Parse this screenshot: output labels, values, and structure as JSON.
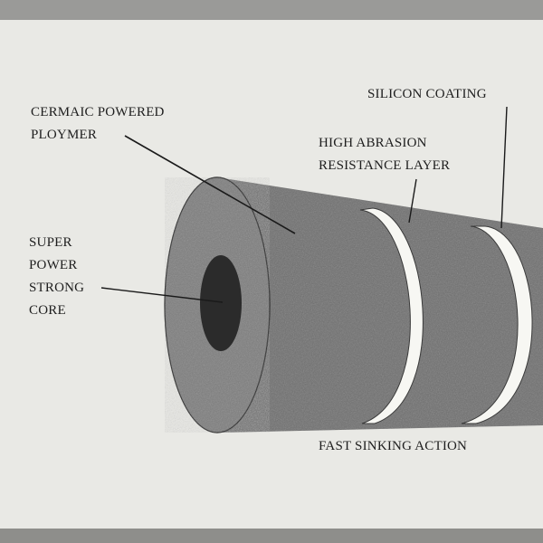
{
  "labels": {
    "ceramic_polymer": "CERMAIC POWERED\nPLOYMER",
    "silicon_coating": "SILICON COATING",
    "abrasion_layer": "HIGH ABRASION\nRESISTANCE LAYER",
    "core": "SUPER\nPOWER\nSTRONG\nCORE",
    "sinking_action": "FAST SINKING ACTION"
  }
}
